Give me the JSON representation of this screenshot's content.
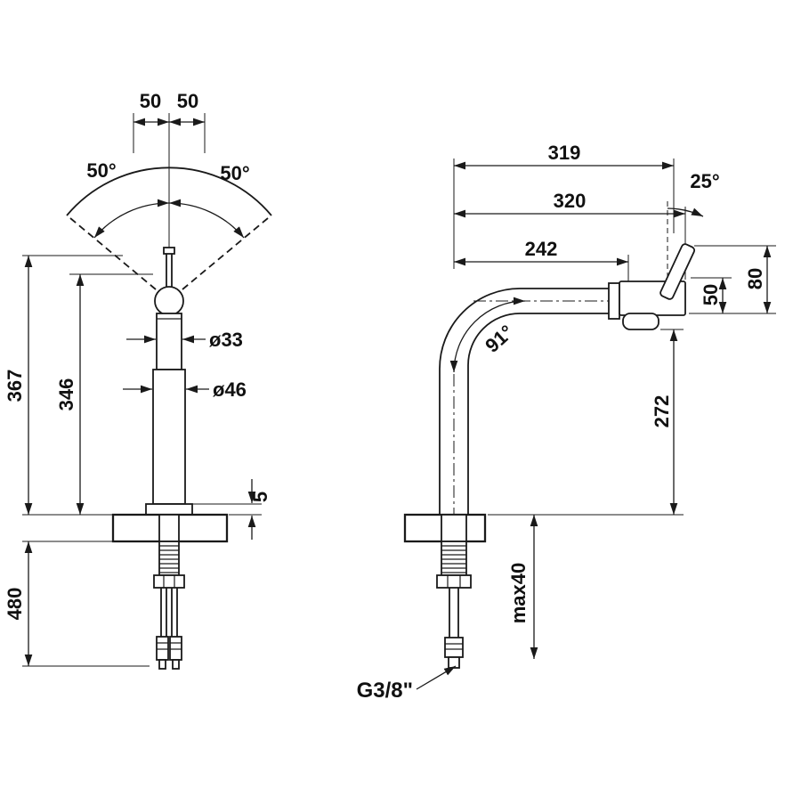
{
  "colors": {
    "ink": "#1a1a1a",
    "background": "#ffffff"
  },
  "front": {
    "offset_left": "50",
    "offset_right": "50",
    "swivel_left": "50°",
    "swivel_right": "50°",
    "height_total": "367",
    "height_body": "346",
    "dia_spout": "ø33",
    "dia_body": "ø46",
    "base_plate": "5",
    "hose_length": "480"
  },
  "side": {
    "reach_lever": "319",
    "lever_angle": "25°",
    "reach_overall": "320",
    "reach_spout": "242",
    "head_height_upper": "50",
    "head_height": "80",
    "spout_angle": "91°",
    "outlet_height": "272",
    "counter_max": "max40",
    "connection": "G3/8\""
  }
}
